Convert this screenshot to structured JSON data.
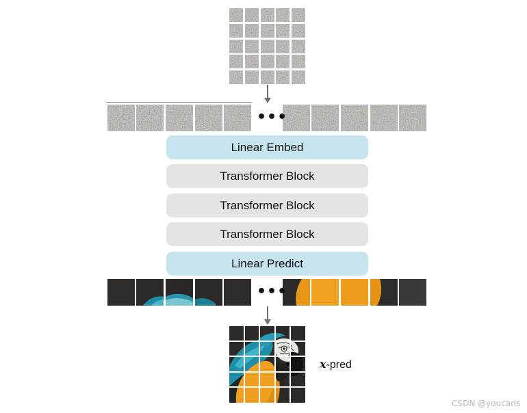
{
  "diagram": {
    "blocks": [
      {
        "label": "Linear Embed",
        "kind": "embed"
      },
      {
        "label": "Transformer Block",
        "kind": "transformer"
      },
      {
        "label": "Transformer Block",
        "kind": "transformer"
      },
      {
        "label": "Transformer Block",
        "kind": "transformer"
      },
      {
        "label": "Linear Predict",
        "kind": "predict"
      }
    ],
    "ellipsis": "•••",
    "output_label_symbol": "x",
    "output_label_suffix": "-pred",
    "grid_size": 5,
    "tokens_per_side": 5
  },
  "watermark": "CSDN @youcans",
  "colors": {
    "embed_predict_block": "#c6e4ee",
    "transformer_block": "#e4e4e6",
    "arrow": "#6f6f6f"
  }
}
